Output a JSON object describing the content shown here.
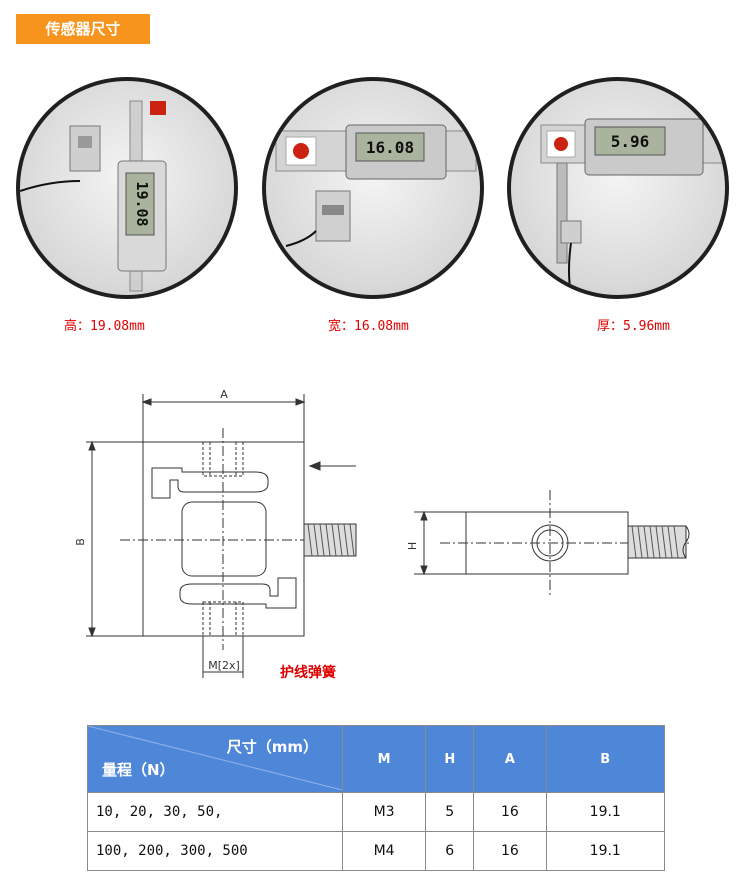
{
  "header": {
    "title": "传感器尺寸"
  },
  "photos": [
    {
      "reading": "19.08",
      "caption": "高：19.08mm"
    },
    {
      "reading": "16.08",
      "caption": "宽：16.08mm"
    },
    {
      "reading": "5.96",
      "caption": "厚：5.96mm"
    }
  ],
  "drawing": {
    "dim_a": "A",
    "dim_b": "B",
    "dim_h": "H",
    "dim_m": "M[2x]",
    "spring_label": "护线弹簧"
  },
  "table": {
    "header_top": "尺寸（mm）",
    "header_bottom": "量程（N）",
    "columns": [
      "M",
      "H",
      "A",
      "B"
    ],
    "rows": [
      {
        "range": "10, 20, 30, 50,",
        "m": "M3",
        "h": "5",
        "a": "16",
        "b": "19.1"
      },
      {
        "range": "100, 200, 300, 500",
        "m": "M4",
        "h": "6",
        "a": "16",
        "b": "19.1"
      }
    ]
  }
}
